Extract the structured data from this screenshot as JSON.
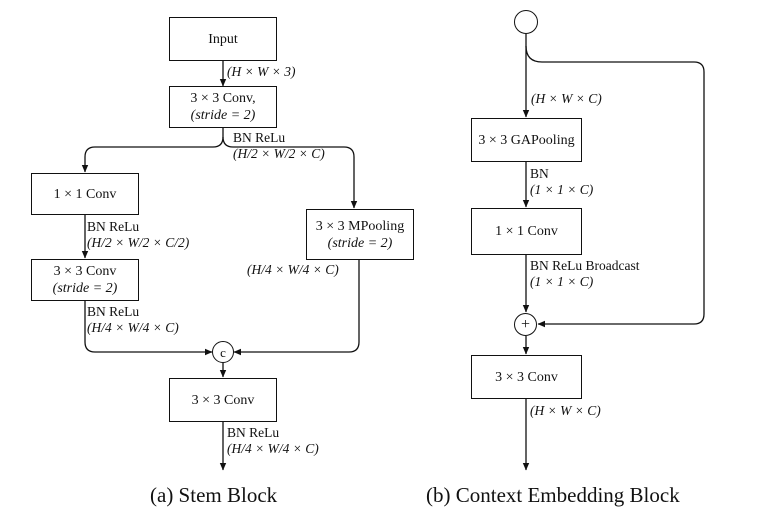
{
  "stem": {
    "input": "Input",
    "lbl_input_out": "(H × W × 3)",
    "conv_stride_line1": "3 × 3 Conv,",
    "conv_stride_line2": "(stride = 2)",
    "lbl_bn_relu_1": "BN ReLu",
    "lbl_half_c": "(H/2 × W/2 × C)",
    "conv1x1": "1 × 1 Conv",
    "lbl_bn_relu_2": "BN ReLu",
    "lbl_half_c2": "(H/2 × W/2 × C/2)",
    "conv3x3b_line1": "3 × 3 Conv",
    "conv3x3b_line2": "(stride = 2)",
    "lbl_bn_relu_3": "BN ReLu",
    "lbl_quarter_c_left": "(H/4 × W/4 × C)",
    "mpool_line1": "3 × 3 MPooling",
    "mpool_line2": "(stride = 2)",
    "lbl_quarter_c_right": "(H/4 × W/4 × C)",
    "concat_symbol": "c",
    "final_conv": "3 × 3 Conv",
    "lbl_bn_relu_4": "BN ReLu",
    "lbl_quarter_c_out": "(H/4 × W/4 × C)",
    "caption": "(a) Stem Block"
  },
  "ce": {
    "lbl_in": "(H × W × C)",
    "gap": "3 × 3 GAPooling",
    "lbl_bn": "BN",
    "lbl_11c": "(1 × 1 × C)",
    "conv1x1": "1 × 1 Conv",
    "lbl_bn_relu_broadcast": "BN ReLu Broadcast",
    "lbl_11c_2": "(1 × 1 × C)",
    "add_symbol": "+",
    "conv3x3": "3 × 3 Conv",
    "lbl_out": "(H × W × C)",
    "caption": "(b) Context Embedding Block"
  },
  "colors": {
    "stroke": "#111111",
    "background": "#ffffff"
  }
}
